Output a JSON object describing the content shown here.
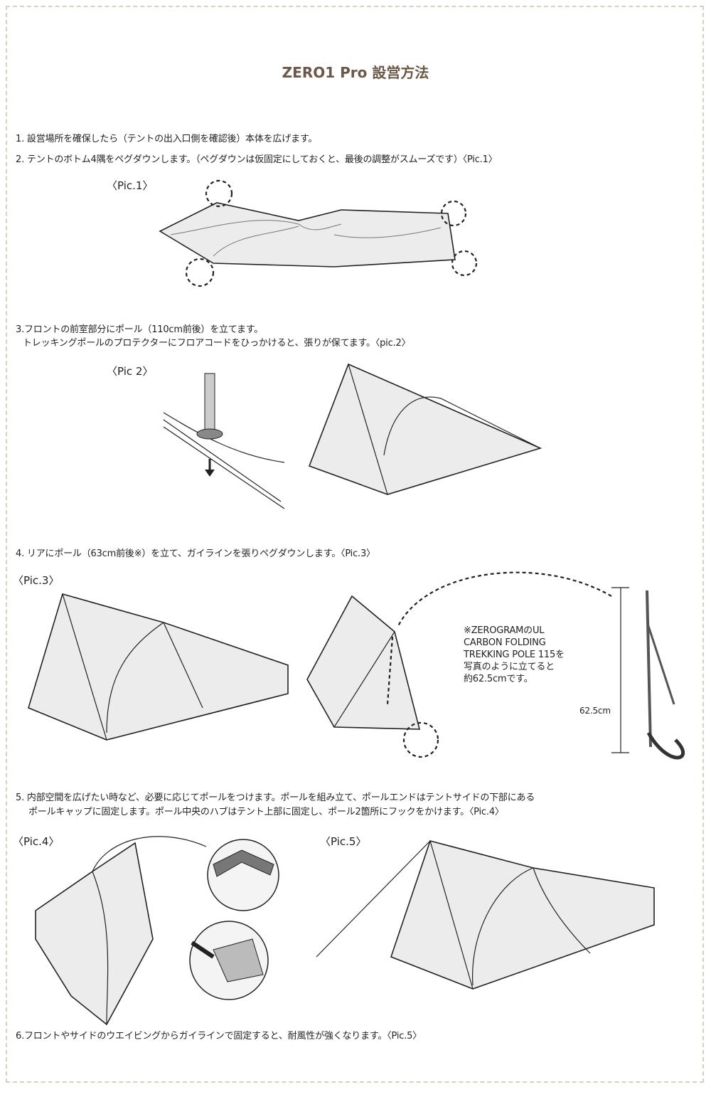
{
  "title": "ZERO1 Pro 設営方法",
  "steps": {
    "s1": "1. 設営場所を確保したら（テントの出入口側を確認後）本体を広げます。",
    "s2": "2. テントのボトム4隅をペグダウンします。（ペグダウンは仮固定にしておくと、最後の調整がスムーズです）〈Pic.1〉",
    "s3a": "3.フロントの前室部分にポール（110cm前後）を立てます。",
    "s3b": "トレッキングポールのプロテクターにフロアコードをひっかけると、張りが保てます。〈pic.2〉",
    "s4": "4. リアにポール（63cm前後※）を立て、ガイラインを張りペグダウンします。〈Pic.3〉",
    "s5a": "5. 内部空間を広げたい時など、必要に応じてポールをつけます。ポールを組み立て、ポールエンドはテントサイドの下部にある",
    "s5b": "ポールキャップに固定します。ポール中央のハブはテント上部に固定し、ポール2箇所にフックをかけます。〈Pic.4〉",
    "s6": "6.フロントやサイドのウエイビングからガイラインで固定すると、耐風性が強くなります。〈Pic.5〉"
  },
  "pics": {
    "p1": "〈Pic.1〉",
    "p2": "〈Pic 2〉",
    "p3": "〈Pic.3〉",
    "p4": "〈Pic.4〉",
    "p5": "〈Pic.5〉"
  },
  "note": {
    "l1": "※ZEROGRAMのUL",
    "l2": "CARBON FOLDING",
    "l3": "TREKKING POLE 115を",
    "l4": "写真のように立てると",
    "l5": "約62.5cmです。"
  },
  "measure": "62.5cm"
}
